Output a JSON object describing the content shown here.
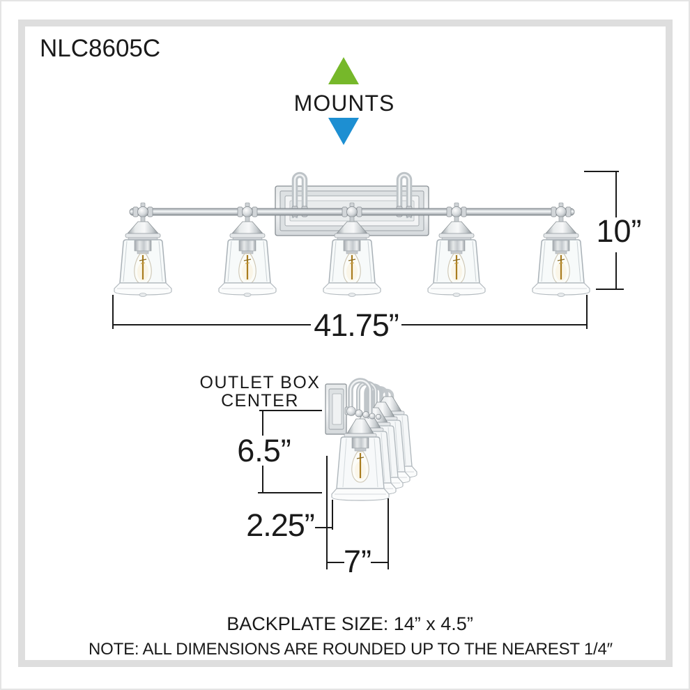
{
  "product": {
    "model_number": "NLC8605C"
  },
  "mounts_indicator": {
    "label": "MOUNTS",
    "up_arrow_color": "#76b82a",
    "down_arrow_color": "#1d8fd2"
  },
  "front_view": {
    "height_dim": "10”",
    "width_dim": "41.75”"
  },
  "side_view": {
    "outlet_box_label_line1": "OUTLET BOX",
    "outlet_box_label_line2": "CENTER",
    "outlet_to_bottom_dim": "6.5”",
    "wall_offset_dim": "2.25”",
    "extension_dim": "7”"
  },
  "footer": {
    "backplate_size": "BACKPLATE SIZE: 14” x 4.5”",
    "note": "NOTE:  ALL DIMENSIONS ARE ROUNDED UP TO THE NEAREST  1/4″"
  },
  "dimensions_summary": {
    "width_in": 41.75,
    "height_in": 10,
    "extension_in": 7,
    "outlet_center_to_bottom_in": 6.5,
    "wall_offset_in": 2.25,
    "backplate_size_in": "14 x 4.5"
  }
}
